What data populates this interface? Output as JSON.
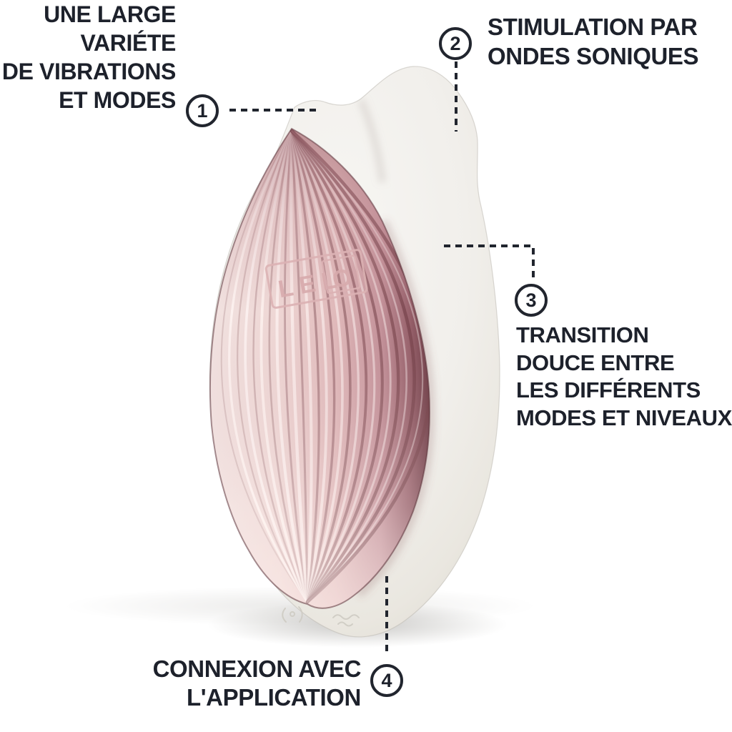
{
  "page": {
    "background": "#ffffff",
    "ink_color": "#1d212b",
    "description_type": "product-feature-callout-diagram"
  },
  "product": {
    "brand": "LELO",
    "logo_parts": [
      "LEL",
      "O"
    ],
    "body_color": "#f1efeb",
    "panel_colors": {
      "light": "#f1e0de",
      "mid": "#dfb6b8",
      "dark": "#8a545c",
      "edge": "#572e35"
    }
  },
  "callouts": [
    {
      "number": "1",
      "lines": [
        "UNE LARGE",
        "VARIÉTE",
        "DE VIBRATIONS",
        "ET MODES"
      ]
    },
    {
      "number": "2",
      "lines": [
        "STIMULATION PAR",
        "ONDES SONIQUES"
      ]
    },
    {
      "number": "3",
      "lines": [
        "TRANSITION",
        "DOUCE ENTRE",
        "LES DIFFÉRENTS",
        "MODES ET NIVEAUX"
      ]
    },
    {
      "number": "4",
      "lines": [
        "CONNEXION AVEC",
        "L'APPLICATION"
      ]
    }
  ]
}
